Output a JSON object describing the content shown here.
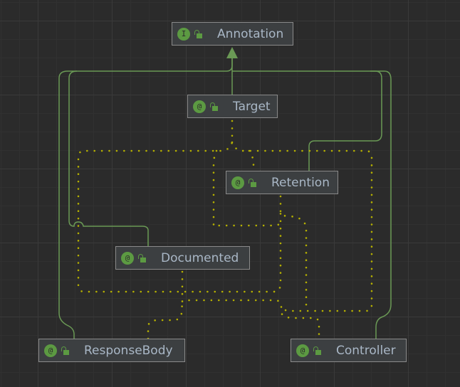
{
  "diagram": {
    "title": "Annotation hierarchy",
    "colors": {
      "background": "#2b2b2b",
      "node_fill": "#3c3f41",
      "node_border": "#8a8a8a",
      "badge": "#5c9a42",
      "label": "#a9b7c6",
      "extends_edge": "#6a9955",
      "annotated_edge": "#b5b000"
    },
    "nodes": [
      {
        "id": "annotation",
        "label": "Annotation",
        "kind": "interface",
        "badge_glyph": "I",
        "icon": "interface-icon"
      },
      {
        "id": "target",
        "label": "Target",
        "kind": "annotation",
        "badge_glyph": "@",
        "icon": "annotation-icon"
      },
      {
        "id": "retention",
        "label": "Retention",
        "kind": "annotation",
        "badge_glyph": "@",
        "icon": "annotation-icon"
      },
      {
        "id": "documented",
        "label": "Documented",
        "kind": "annotation",
        "badge_glyph": "@",
        "icon": "annotation-icon"
      },
      {
        "id": "responsebody",
        "label": "ResponseBody",
        "kind": "annotation",
        "badge_glyph": "@",
        "icon": "annotation-icon"
      },
      {
        "id": "controller",
        "label": "Controller",
        "kind": "annotation",
        "badge_glyph": "@",
        "icon": "annotation-icon"
      }
    ],
    "edges": [
      {
        "from": "target",
        "to": "annotation",
        "type": "implements"
      },
      {
        "from": "retention",
        "to": "annotation",
        "type": "implements"
      },
      {
        "from": "documented",
        "to": "annotation",
        "type": "implements"
      },
      {
        "from": "responsebody",
        "to": "annotation",
        "type": "implements"
      },
      {
        "from": "controller",
        "to": "annotation",
        "type": "implements"
      },
      {
        "from": "target",
        "to": "target",
        "type": "annotated-by"
      },
      {
        "from": "retention",
        "to": "target",
        "type": "annotated-by"
      },
      {
        "from": "documented",
        "to": "target",
        "type": "annotated-by"
      },
      {
        "from": "responsebody",
        "to": "documented",
        "type": "annotated-by"
      },
      {
        "from": "controller",
        "to": "retention",
        "type": "annotated-by"
      }
    ]
  }
}
